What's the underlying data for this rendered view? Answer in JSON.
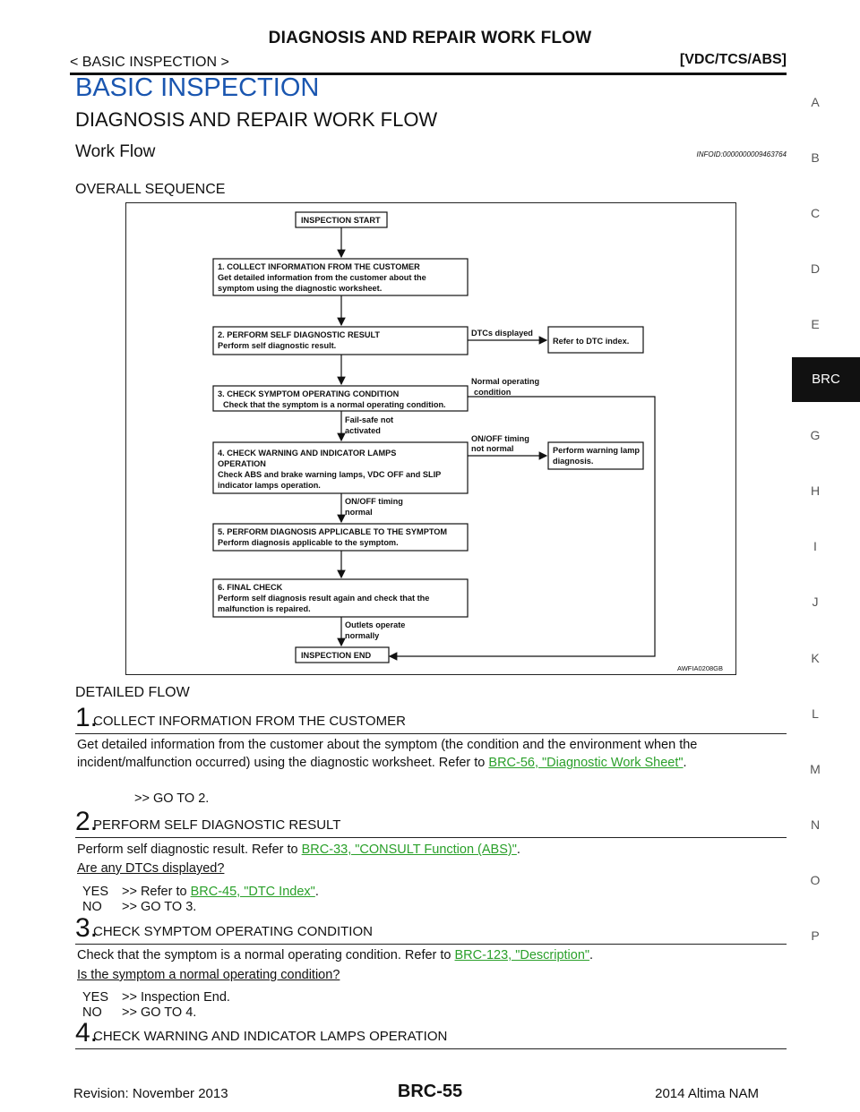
{
  "header": {
    "title": "DIAGNOSIS AND REPAIR WORK FLOW",
    "breadcrumb": "< BASIC INSPECTION >",
    "system": "[VDC/TCS/ABS]"
  },
  "section_title": "BASIC INSPECTION",
  "subsection_title": "DIAGNOSIS AND REPAIR WORK FLOW",
  "work_flow": {
    "title": "Work Flow",
    "info_id": "INFOID:0000000009463764"
  },
  "overall_label": "OVERALL SEQUENCE",
  "diagram": {
    "start": "INSPECTION START",
    "box1": [
      "1. COLLECT INFORMATION FROM THE CUSTOMER",
      "Get detailed information from the customer about the",
      "symptom using the diagnostic worksheet."
    ],
    "box2": [
      "2. PERFORM SELF DIAGNOSTIC RESULT",
      "Perform self diagnostic result."
    ],
    "dtc_label": "DTCs displayed",
    "dtc_box": "Refer to DTC index.",
    "normal_label": [
      "Normal operating",
      "condition"
    ],
    "box3": [
      "3. CHECK SYMPTOM OPERATING CONDITION",
      "Check that the symptom is a normal operating condition."
    ],
    "failsafe": [
      "Fail-safe not",
      "activated"
    ],
    "onoff_bad": [
      "ON/OFF timing",
      "not normal"
    ],
    "box4": [
      "4. CHECK WARNING AND INDICATOR LAMPS",
      "OPERATION",
      "Check ABS and brake warning lamps, VDC OFF and SLIP",
      "indicator lamps operation."
    ],
    "warn_box": [
      "Perform warning lamp",
      "diagnosis."
    ],
    "onoff_ok": [
      "ON/OFF timing",
      "normal"
    ],
    "box5": [
      "5. PERFORM DIAGNOSIS APPLICABLE TO THE SYMPTOM",
      "Perform diagnosis applicable to the symptom."
    ],
    "box6": [
      "6. FINAL CHECK",
      "Perform self diagnosis result again and check that the",
      "malfunction is repaired."
    ],
    "outlets": [
      "Outlets operate",
      "normally"
    ],
    "end": "INSPECTION END",
    "figure_id": "AWFIA0208GB"
  },
  "detailed_label": "DETAILED FLOW",
  "steps": [
    {
      "num": "1.",
      "title": "COLLECT INFORMATION FROM THE CUSTOMER",
      "text1": "Get detailed information from the customer about the symptom (the condition and the environment when the",
      "text2": "incident/malfunction occurred) using the diagnostic worksheet. Refer to ",
      "link": "BRC-56, \"Diagnostic Work Sheet\"",
      "goto": ">> GO TO 2."
    },
    {
      "num": "2.",
      "title": "PERFORM SELF DIAGNOSTIC RESULT",
      "text": "Perform self diagnostic result. Refer to ",
      "link": "BRC-33, \"CONSULT Function (ABS)\"",
      "question": "Are any DTCs displayed?",
      "yes_key": "YES",
      "yes_pre": ">> Refer to ",
      "yes_link": "BRC-45, \"DTC Index\"",
      "no_key": "NO",
      "no_text": ">> GO TO 3."
    },
    {
      "num": "3.",
      "title": "CHECK SYMPTOM OPERATING CONDITION",
      "text": "Check that the symptom is a normal operating condition. Refer to ",
      "link": "BRC-123, \"Description\"",
      "question": "Is the symptom a normal operating condition?",
      "yes_key": "YES",
      "yes_text": ">> Inspection End.",
      "no_key": "NO",
      "no_text": ">> GO TO 4."
    },
    {
      "num": "4.",
      "title": "CHECK WARNING AND INDICATOR LAMPS OPERATION"
    }
  ],
  "side_index": [
    "A",
    "B",
    "C",
    "D",
    "E",
    "BRC",
    "G",
    "H",
    "I",
    "J",
    "K",
    "L",
    "M",
    "N",
    "O",
    "P"
  ],
  "side_active": "BRC",
  "footer": {
    "revision": "Revision: November 2013",
    "page": "BRC-55",
    "model": "2014 Altima NAM"
  }
}
